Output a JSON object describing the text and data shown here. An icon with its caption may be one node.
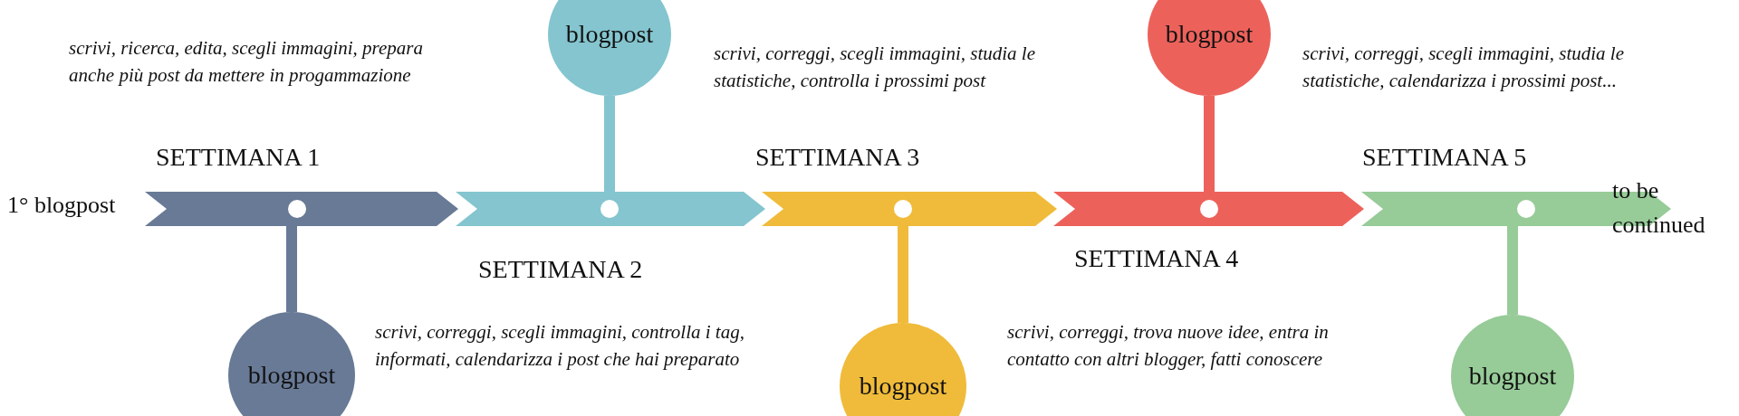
{
  "diagram": {
    "nodes": [
      {
        "text": [
          "SETTIMANA 1"
        ]
      },
      {
        "text": [
          "blogpost"
        ]
      },
      {
        "text": [
          "SETTIMANA 2"
        ]
      },
      {
        "text": [
          "blogpost"
        ]
      },
      {
        "text": [
          "SETTIMANA 3"
        ]
      },
      {
        "text": [
          "blogpost"
        ]
      },
      {
        "text": [
          "SETTIMANA 4"
        ]
      },
      {
        "text": [
          "blogpost"
        ]
      },
      {
        "text": [
          "SETTIMANA 5"
        ]
      },
      {
        "text": [
          "blogpost"
        ]
      }
    ],
    "edges": [
      {
        "from": 1,
        "to": 0,
        "arrow": "none",
        "color": "#687a96"
      },
      {
        "from": 3,
        "to": 2,
        "arrow": "none",
        "color": "#84c5cf"
      },
      {
        "from": 5,
        "to": 4,
        "arrow": "none",
        "color": "#f0bb3a"
      },
      {
        "from": 7,
        "to": 6,
        "arrow": "none",
        "color": "#ec625b"
      },
      {
        "from": 9,
        "to": 8,
        "arrow": "none",
        "color": "#97cb98"
      }
    ],
    "labels": [
      "scrivi, ricerca, edita, scegli immagini, prepara anche più post da mettere in progammazione",
      "scrivi, correggi, scegli immagini, studia le statistiche, controlla i prossimi post",
      "scrivi, correggi, scegli immagini, studia le statistiche, calendarizza i prossimi post...",
      "1° blogpost",
      "to be continued",
      "scrivi, correggi, scegli immagini, controlla i tag, informati, calendarizza i post che hai preparato",
      "scrivi, correggi, trova nuove idee, entra in contatto con altri blogger, fatti conoscere"
    ]
  }
}
